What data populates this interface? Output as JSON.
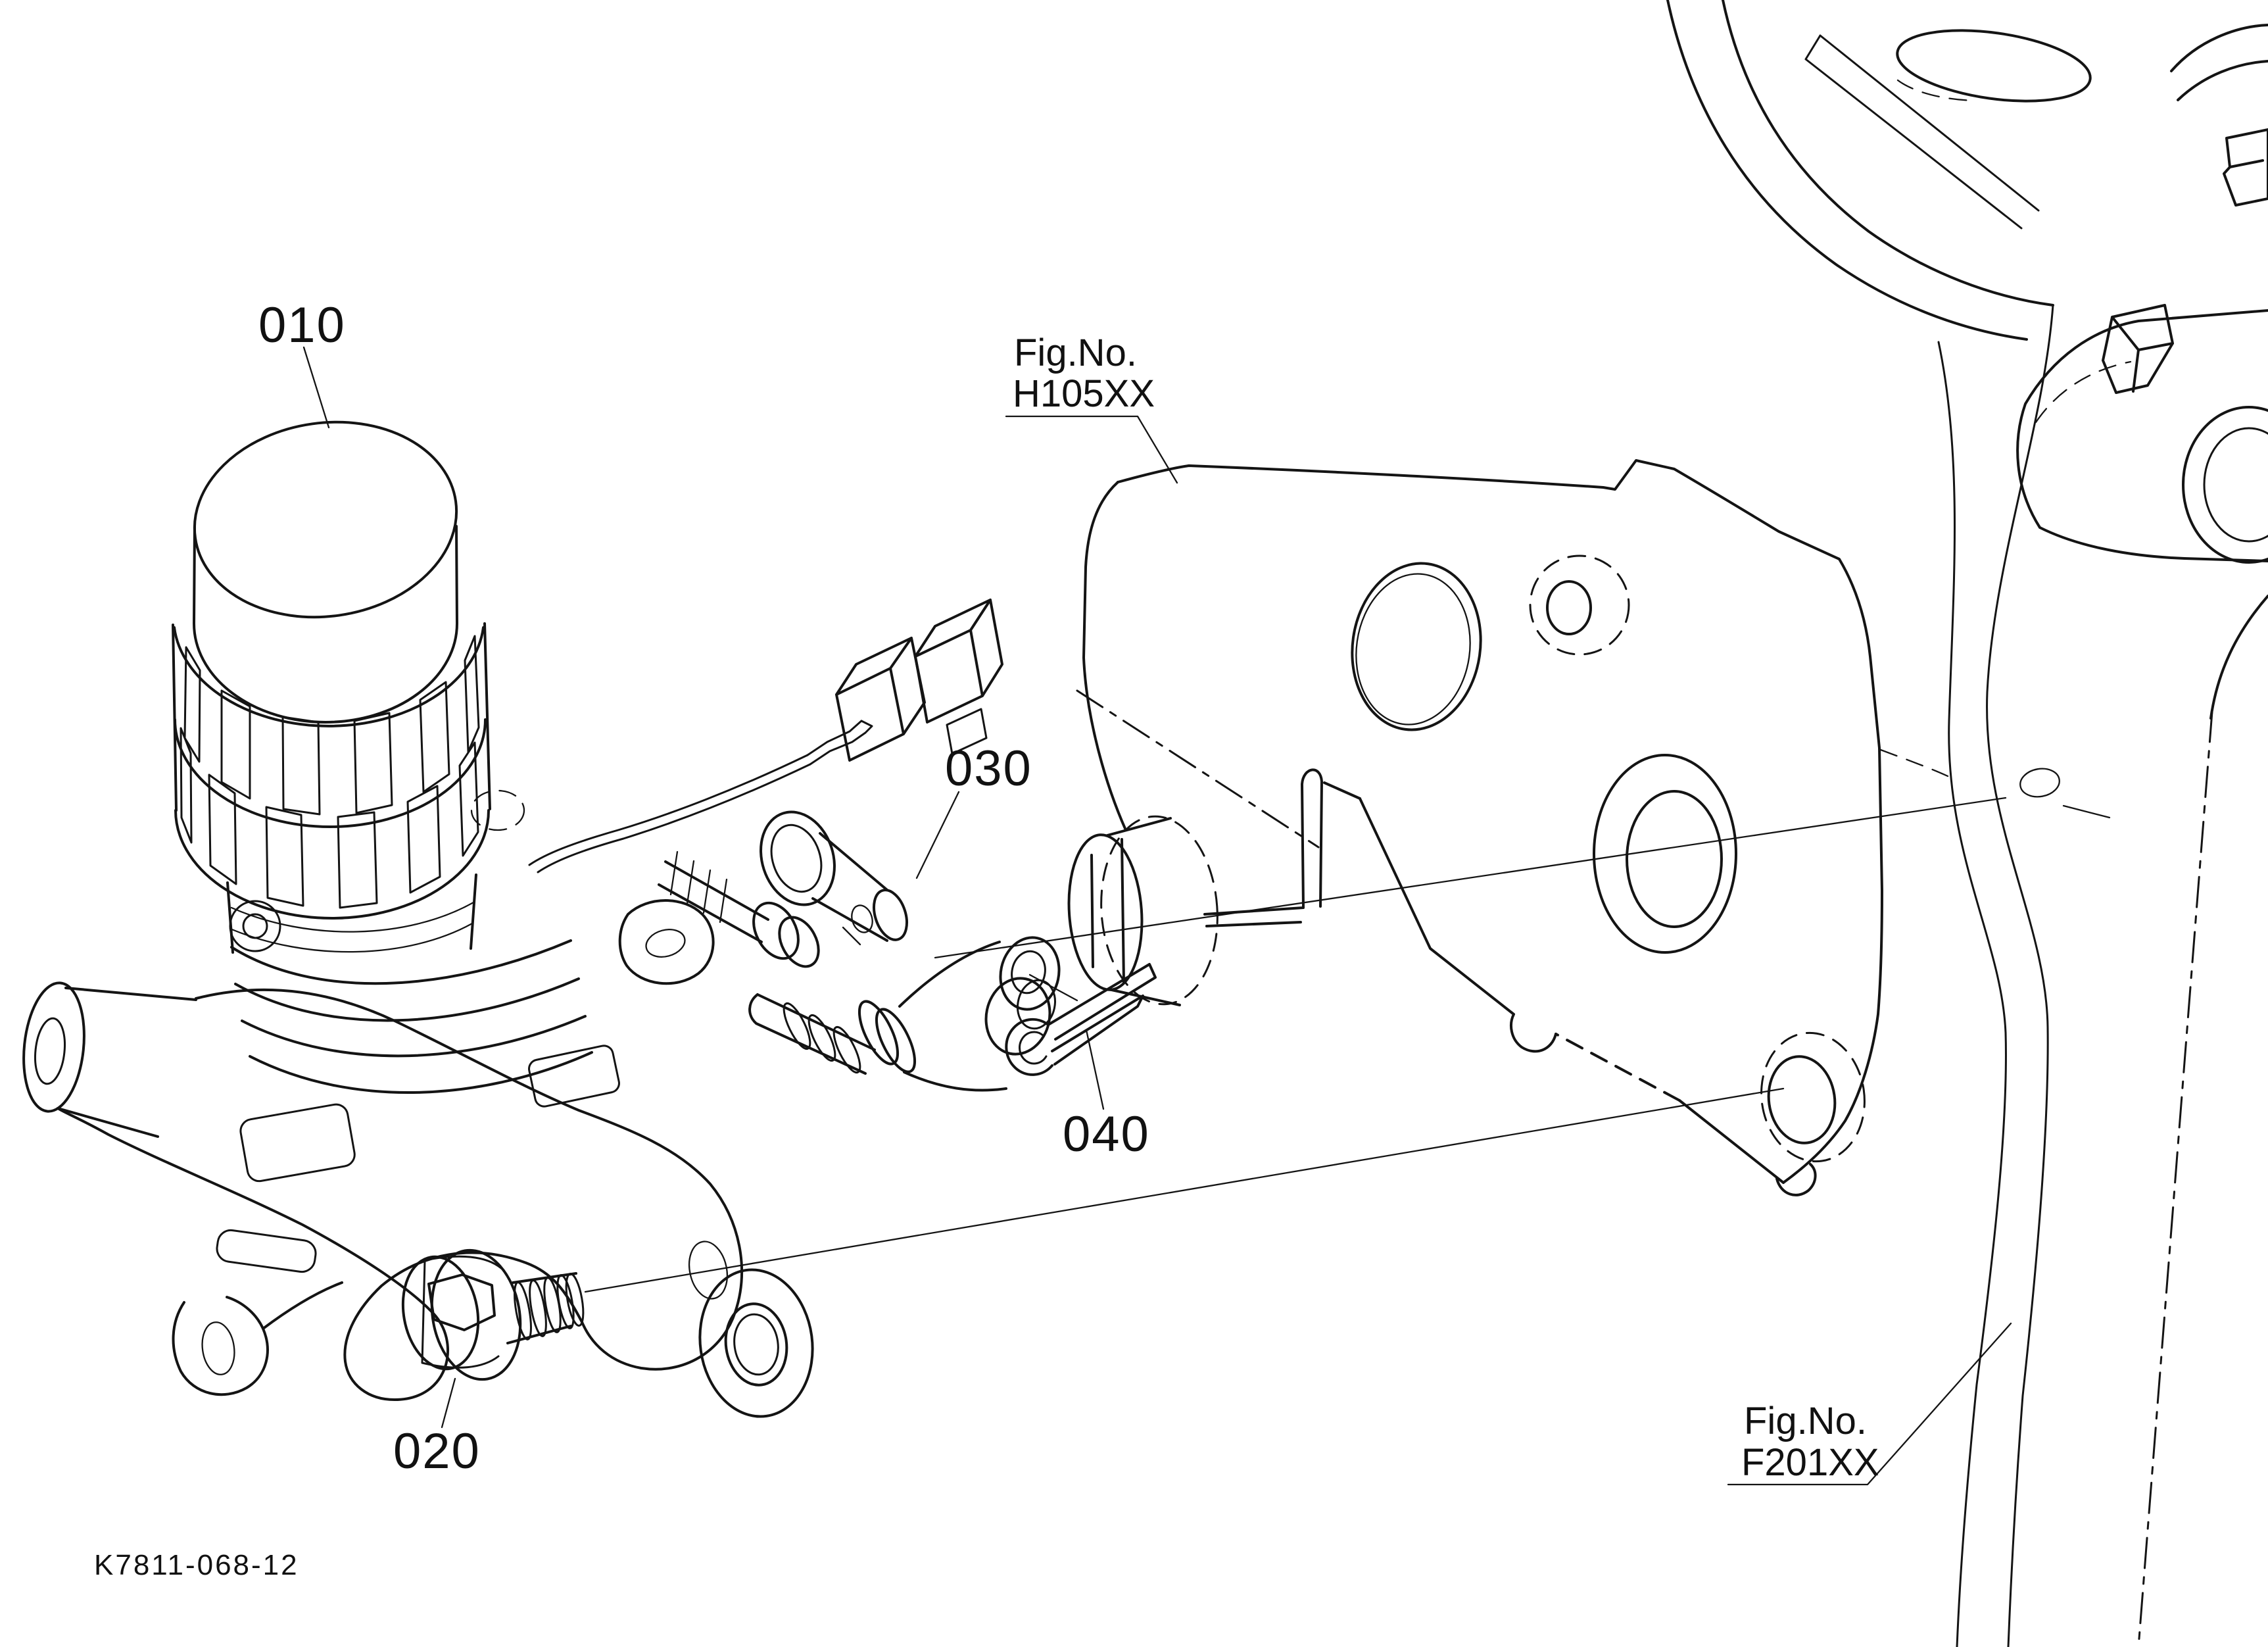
{
  "diagram": {
    "background_color": "#ffffff",
    "line_color": "#141414",
    "drawing_number": "K7811-068-12",
    "callouts": [
      {
        "id": "010",
        "label": "010"
      },
      {
        "id": "020",
        "label": "020"
      },
      {
        "id": "030",
        "label": "030"
      },
      {
        "id": "040",
        "label": "040"
      }
    ],
    "figure_references": [
      {
        "prefix": "Fig.No.",
        "code": "H105XX"
      },
      {
        "prefix": "Fig.No.",
        "code": "F201XX"
      }
    ]
  }
}
